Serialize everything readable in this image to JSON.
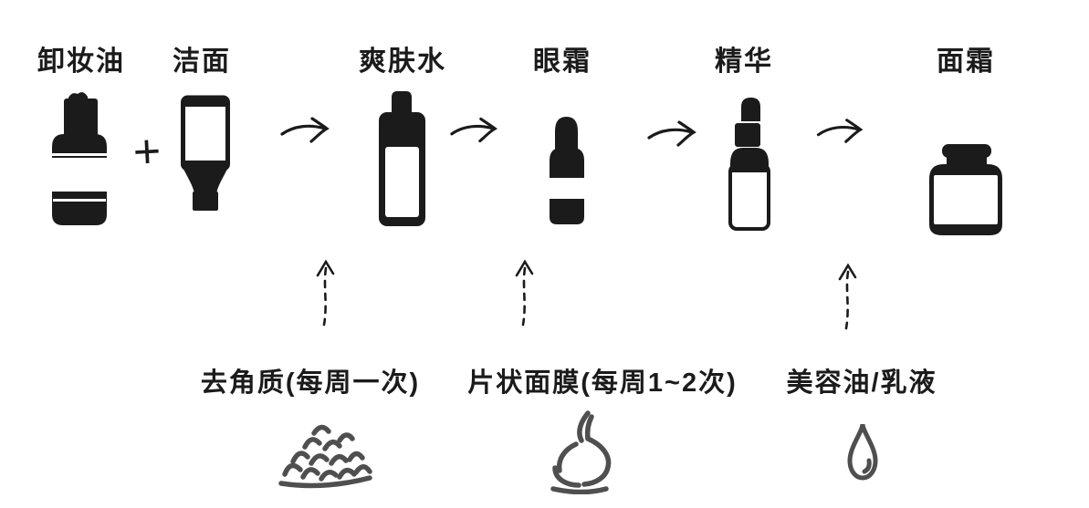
{
  "diagram": {
    "type": "skincare-routine-flow",
    "connectors": {
      "plus": "+"
    },
    "steps": [
      {
        "label": "卸妆油",
        "icon": "pump-bottle-icon"
      },
      {
        "label": "洁面",
        "icon": "cleanser-tube-icon"
      },
      {
        "label": "爽肤水",
        "icon": "toner-bottle-icon"
      },
      {
        "label": "眼霜",
        "icon": "eye-cream-bottle-icon"
      },
      {
        "label": "精华",
        "icon": "dropper-bottle-icon"
      },
      {
        "label": "面霜",
        "icon": "cream-jar-icon"
      }
    ],
    "treatments": [
      {
        "label": "去角质(每周一次)",
        "icon": "scrub-doodle-icon",
        "inserts_before": "爽肤水"
      },
      {
        "label": "片状面膜(每周1~2次)",
        "icon": "mask-doodle-icon",
        "inserts_before": "眼霜"
      },
      {
        "label": "美容油/乳液",
        "icon": "oil-drop-doodle-icon",
        "inserts_before": "精华"
      }
    ],
    "colors": {
      "ink": "#1b1b1b",
      "doodle": "#4f4f4f",
      "background": "#ffffff"
    }
  }
}
